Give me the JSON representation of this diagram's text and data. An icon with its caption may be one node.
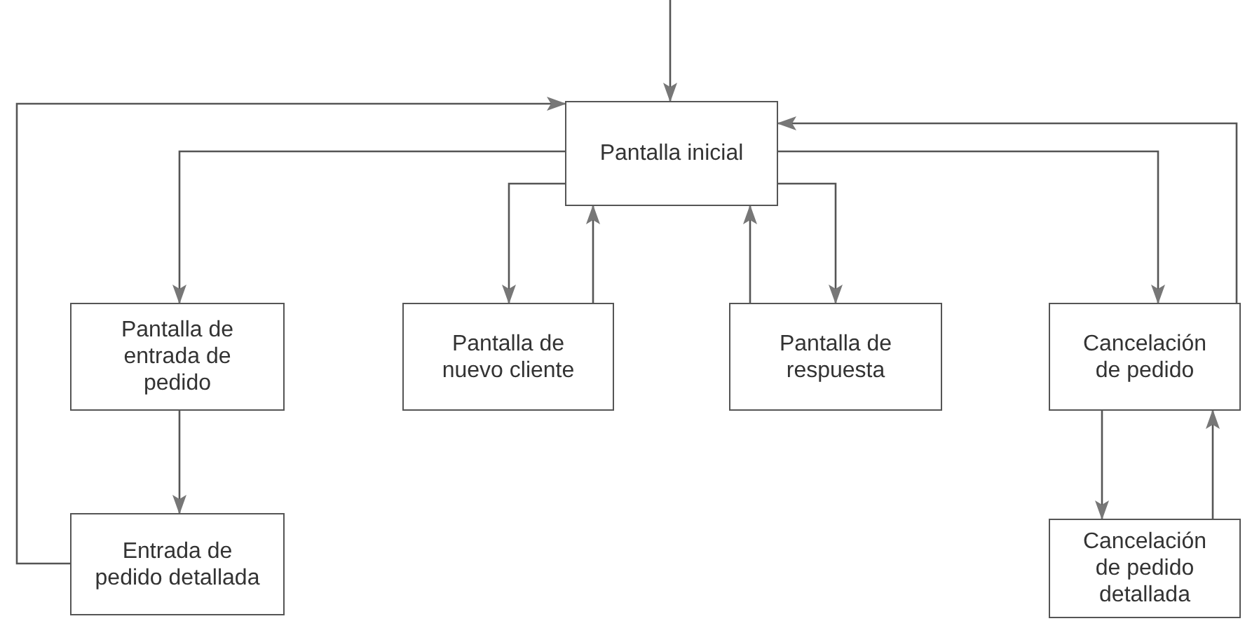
{
  "diagram": {
    "nodes": [
      {
        "text": [
          "Pantalla inicial"
        ]
      },
      {
        "text": [
          "Pantalla de entrada de pedido"
        ]
      },
      {
        "text": [
          "Entrada de pedido detallada"
        ]
      },
      {
        "text": [
          "Pantalla de nuevo cliente"
        ]
      },
      {
        "text": [
          "Pantalla de respuesta"
        ]
      },
      {
        "text": [
          "Cancelación de pedido"
        ]
      },
      {
        "text": [
          "Cancelación de pedido detallada"
        ]
      }
    ],
    "edges": [
      {
        "from": null,
        "to": 0,
        "arrow": "to"
      },
      {
        "from": 2,
        "to": 0,
        "arrow": "to"
      },
      {
        "from": 0,
        "to": 1,
        "arrow": "to"
      },
      {
        "from": 1,
        "to": 2,
        "arrow": "to"
      },
      {
        "from": 0,
        "to": 3,
        "arrow": "to"
      },
      {
        "from": 3,
        "to": 0,
        "arrow": "to"
      },
      {
        "from": 4,
        "to": 0,
        "arrow": "to"
      },
      {
        "from": 0,
        "to": 4,
        "arrow": "to"
      },
      {
        "from": 0,
        "to": 5,
        "arrow": "to"
      },
      {
        "from": 5,
        "to": 0,
        "arrow": "to"
      },
      {
        "from": 5,
        "to": 6,
        "arrow": "to"
      },
      {
        "from": 6,
        "to": 5,
        "arrow": "to"
      }
    ]
  }
}
